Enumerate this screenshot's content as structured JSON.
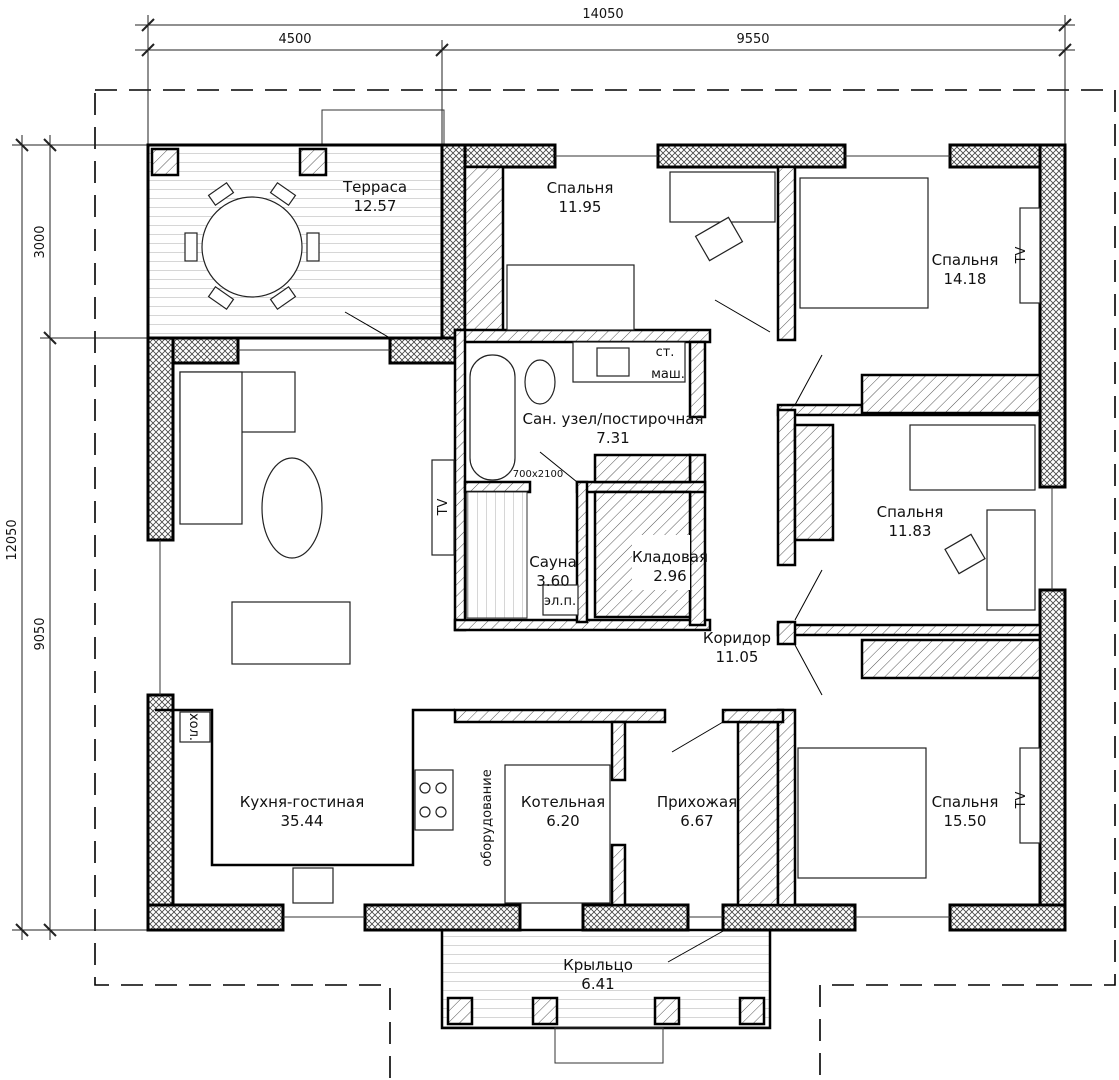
{
  "dimensions": {
    "total_width": "14050",
    "left_width": "4500",
    "right_width": "9550",
    "total_height": "12050",
    "top_height": "3000",
    "bottom_height": "9050"
  },
  "rooms": {
    "terrace": {
      "name": "Терраса",
      "area": "12.57"
    },
    "bedroom1": {
      "name": "Спальня",
      "area": "11.95"
    },
    "bedroom2": {
      "name": "Спальня",
      "area": "14.18"
    },
    "bathroom": {
      "name": "Сан. узел/постирочная",
      "area": "7.31"
    },
    "bedroom3": {
      "name": "Спальня",
      "area": "11.83"
    },
    "sauna": {
      "name": "Сауна",
      "area": "3.60"
    },
    "storage": {
      "name": "Кладовая",
      "area": "2.96"
    },
    "corridor": {
      "name": "Коридор",
      "area": "11.05"
    },
    "kitchen": {
      "name": "Кухня-гостиная",
      "area": "35.44"
    },
    "boiler": {
      "name": "Котельная",
      "area": "6.20"
    },
    "hallway": {
      "name": "Прихожая",
      "area": "6.67"
    },
    "bedroom4": {
      "name": "Спальня",
      "area": "15.50"
    },
    "porch": {
      "name": "Крыльцо",
      "area": "6.41"
    }
  },
  "labels": {
    "washer_1": "ст.",
    "washer_2": "маш.",
    "door_size": "700x2100",
    "heater": "эл.п.",
    "fridge": "хол.",
    "equipment": "оборудование",
    "tv": "TV"
  }
}
